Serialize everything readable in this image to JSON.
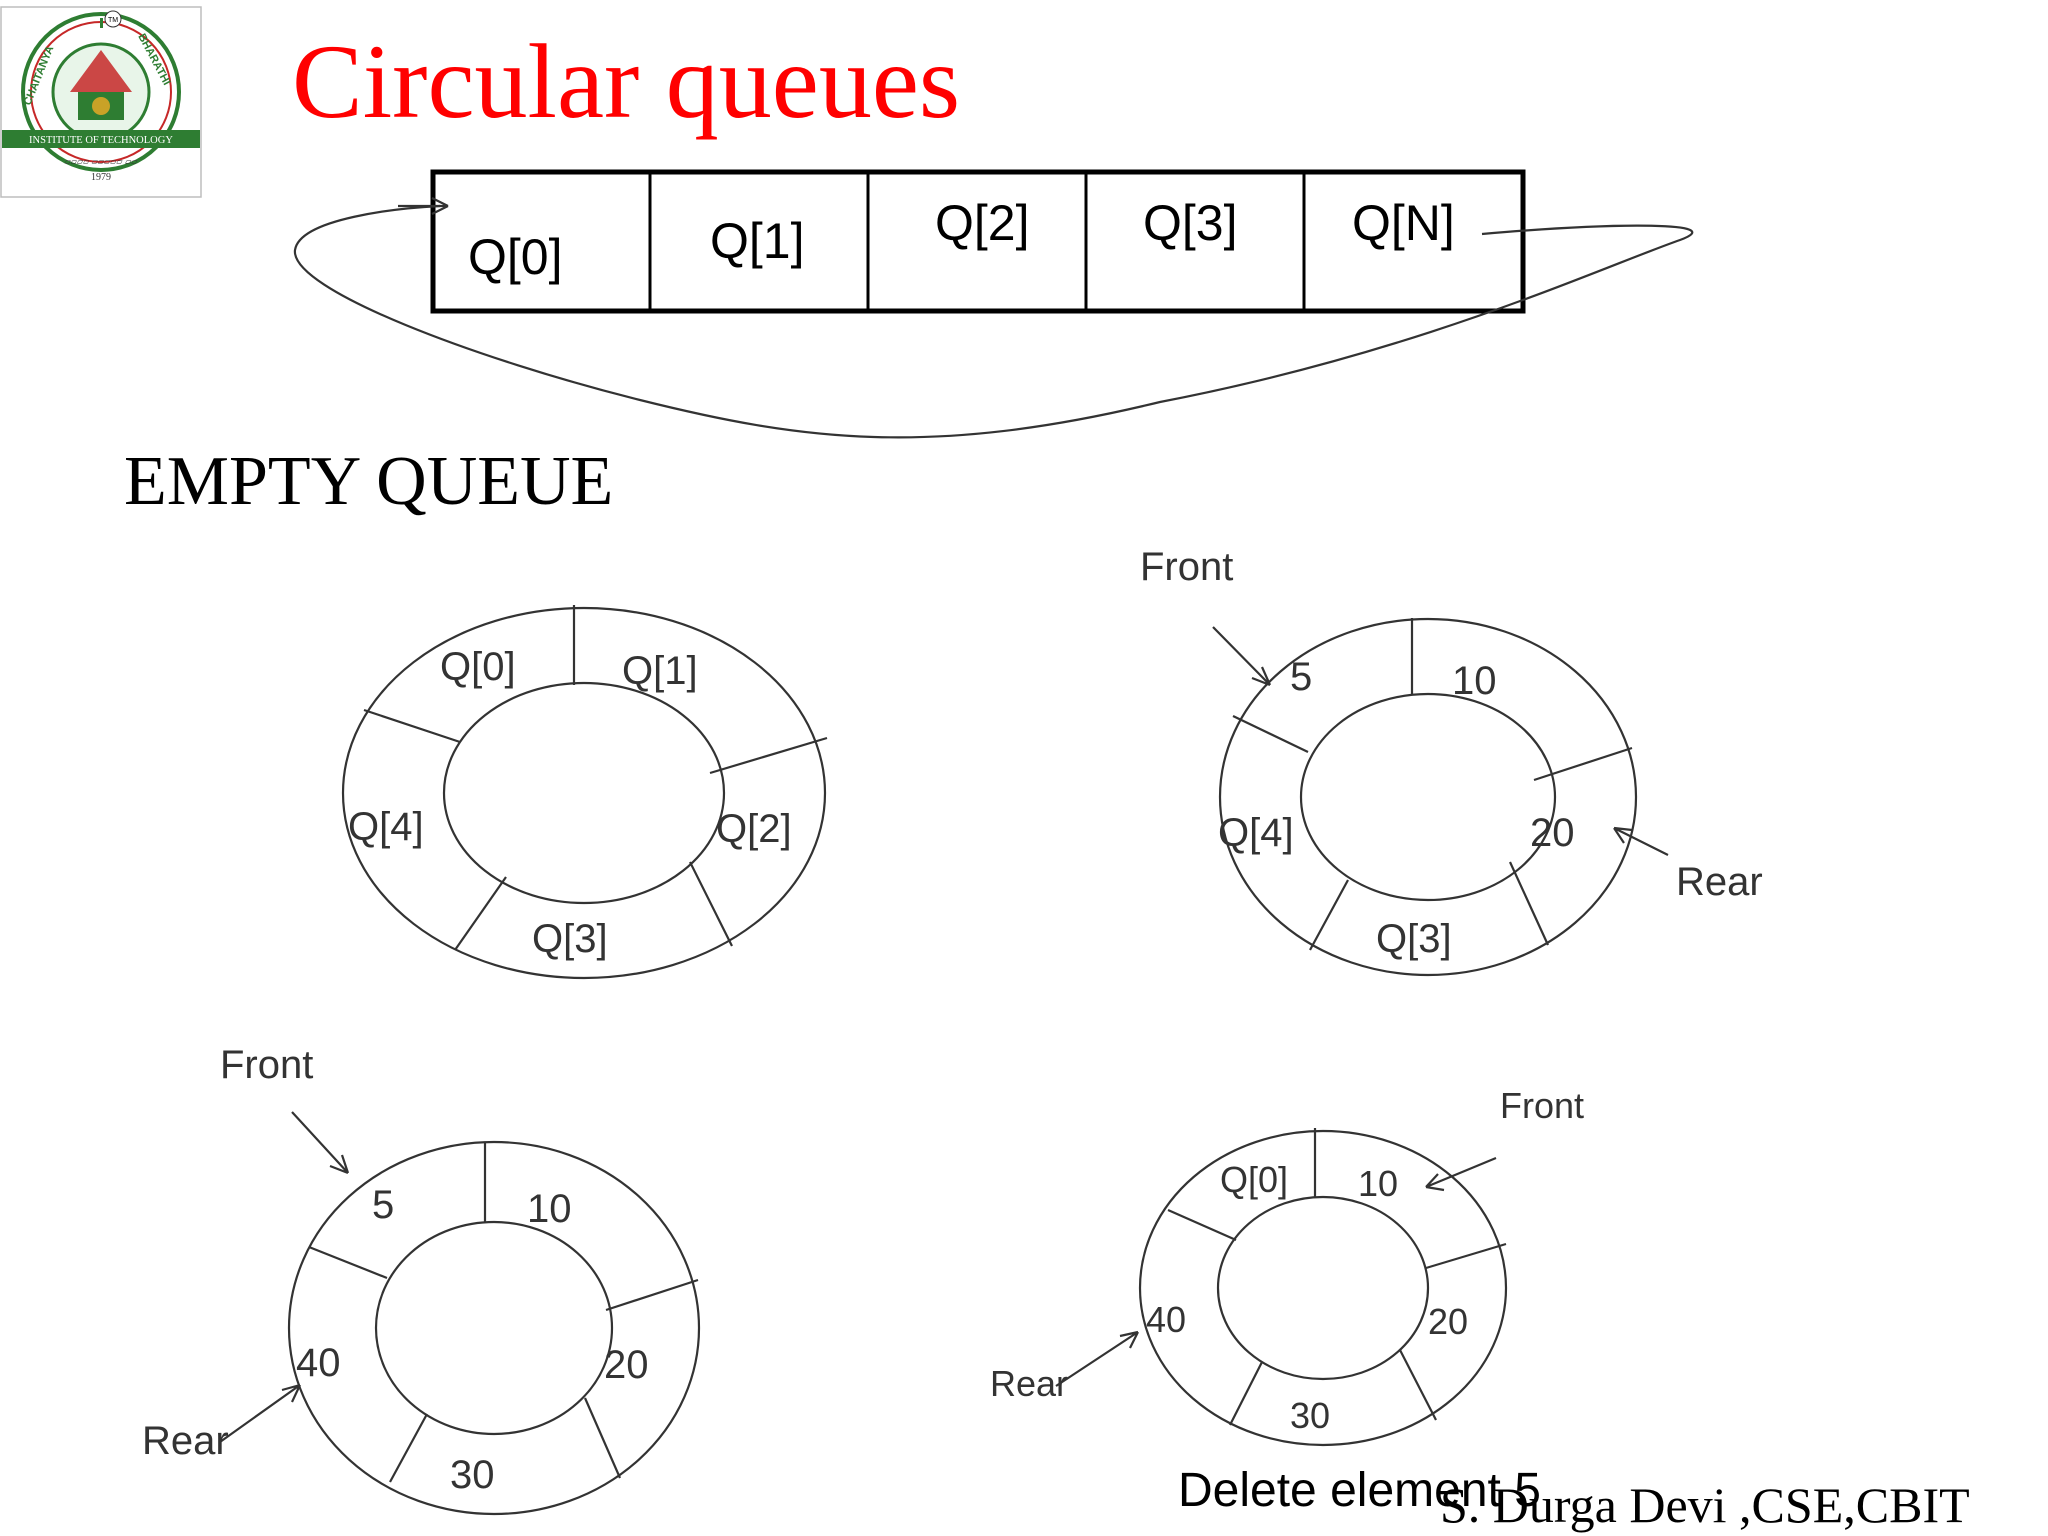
{
  "slide": {
    "title": "Circular queues",
    "heading": "EMPTY QUEUE",
    "credit": "S. Durga Devi ,CSE,CBIT"
  },
  "logo": {
    "arc_left": "CHAITANYA",
    "arc_right": "BHARATHI",
    "tm": "TM",
    "banner": "INSTITUTE OF TECHNOLOGY",
    "year": "1979"
  },
  "array_diagram": {
    "cells": [
      "Q[0]",
      "Q[1]",
      "Q[2]",
      "Q[3]",
      "Q[N]"
    ]
  },
  "rings": {
    "empty": {
      "slots": [
        "Q[0]",
        "Q[1]",
        "Q[2]",
        "Q[3]",
        "Q[4]"
      ]
    },
    "partial": {
      "front": "Front",
      "rear": "Rear",
      "slots": [
        "5",
        "10",
        "20",
        "Q[3]",
        "Q[4]"
      ]
    },
    "full": {
      "front": "Front",
      "rear": "Rear",
      "slots": [
        "5",
        "10",
        "20",
        "30",
        "40"
      ]
    },
    "after_delete": {
      "front": "Front",
      "rear": "Rear",
      "slots": [
        "Q[0]",
        "10",
        "20",
        "30",
        "40"
      ],
      "caption": "Delete element 5"
    }
  },
  "colors": {
    "title": "#ff0000",
    "logo_green": "#2e7d32",
    "logo_red": "#c62828",
    "logo_gold": "#c9a227"
  }
}
